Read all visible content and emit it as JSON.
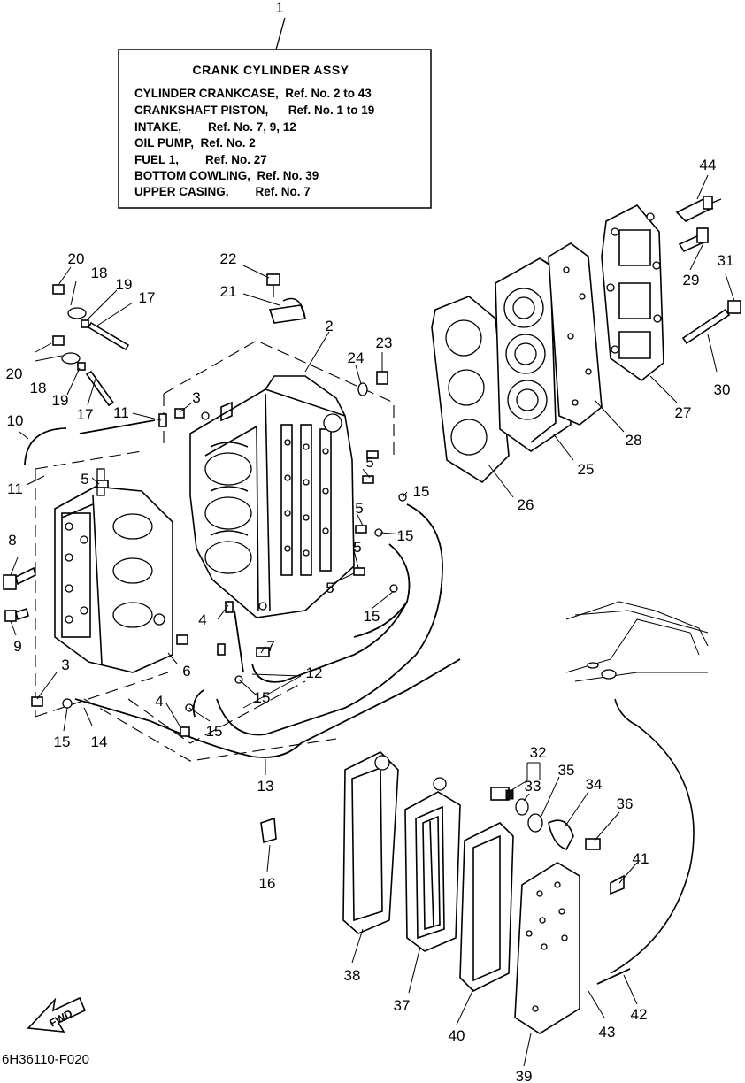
{
  "assembly_box": {
    "callout": "1",
    "title": "CRANK CYLINDER ASSY",
    "lines": [
      "CYLINDER CRANKCASE,  Ref. No. 2 to 43",
      "CRANKSHAFT PISTON,      Ref. No. 1 to 19",
      "INTAKE,        Ref. No. 7, 9, 12",
      "OIL PUMP,  Ref. No. 2",
      "FUEL 1,        Ref. No. 27",
      "BOTTOM COWLING,  Ref. No. 39",
      "UPPER CASING,        Ref. No. 7"
    ]
  },
  "callouts": [
    "2",
    "3",
    "3",
    "4",
    "4",
    "5",
    "5",
    "5",
    "5",
    "5",
    "6",
    "7",
    "8",
    "9",
    "10",
    "11",
    "11",
    "12",
    "13",
    "14",
    "15",
    "15",
    "15",
    "15",
    "15",
    "15",
    "16",
    "17",
    "17",
    "18",
    "18",
    "19",
    "19",
    "20",
    "20",
    "21",
    "22",
    "23",
    "24",
    "25",
    "26",
    "27",
    "28",
    "29",
    "30",
    "31",
    "32",
    "33",
    "34",
    "35",
    "36",
    "37",
    "38",
    "39",
    "40",
    "41",
    "42",
    "43",
    "44"
  ],
  "fwd_label": "FWD",
  "figure_code": "6H36110-F020"
}
